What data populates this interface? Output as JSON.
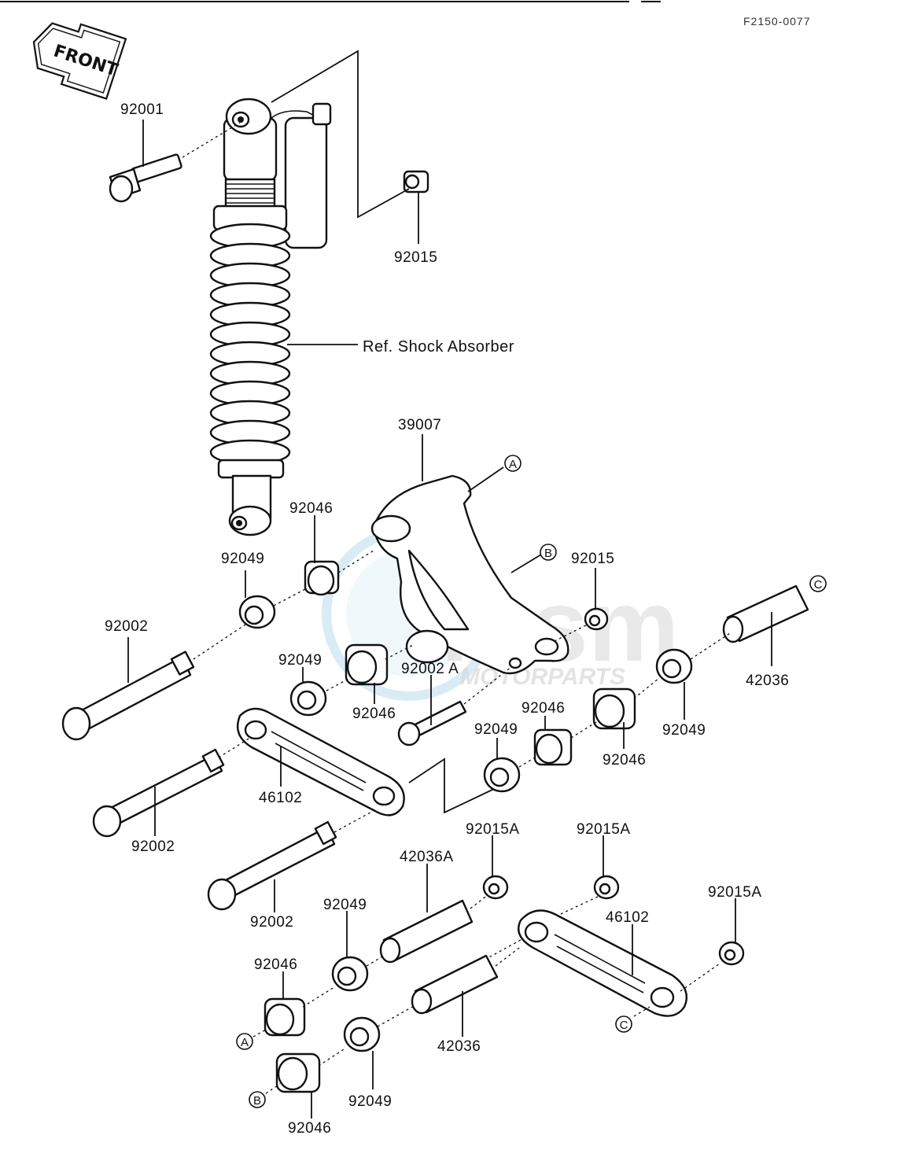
{
  "drawing_code": "F2150-0077",
  "front_arrow": {
    "label": "FRONT"
  },
  "watermark": {
    "brand": "msm",
    "sub": "MOTORPARTS",
    "color_ring": "#cfe6f2",
    "color_text": "#d8d8d8"
  },
  "reference_label": "Ref. Shock Absorber",
  "part_labels": {
    "p92001": "92001",
    "p92015_top": "92015",
    "p39007": "39007",
    "p92046_a": "92046",
    "p92049_a": "92049",
    "p92002_a": "92002",
    "p92015_mid": "92015",
    "p92049_b": "92049",
    "p92046_b": "92046",
    "p92002A": "92002 A",
    "p42036_a": "42036",
    "p92049_c": "92049",
    "p92046_c": "92046",
    "p92046_d": "92046",
    "p92049_d": "92049",
    "p46102_a": "46102",
    "p92002_b": "92002",
    "p92002_c": "92002",
    "p42036A": "42036A",
    "p92015A_a": "92015A",
    "p92015A_b": "92015A",
    "p92015A_c": "92015A",
    "p46102_b": "46102",
    "p92049_e": "92049",
    "p92046_e": "92046",
    "p42036_b": "42036",
    "p92049_f": "92049",
    "p92046_f": "92046"
  },
  "markers": {
    "m_A_top": "A",
    "m_B_top": "B",
    "m_C_top": "C",
    "m_A_bottom": "A",
    "m_B_bottom": "B",
    "m_C_bottom": "C"
  }
}
